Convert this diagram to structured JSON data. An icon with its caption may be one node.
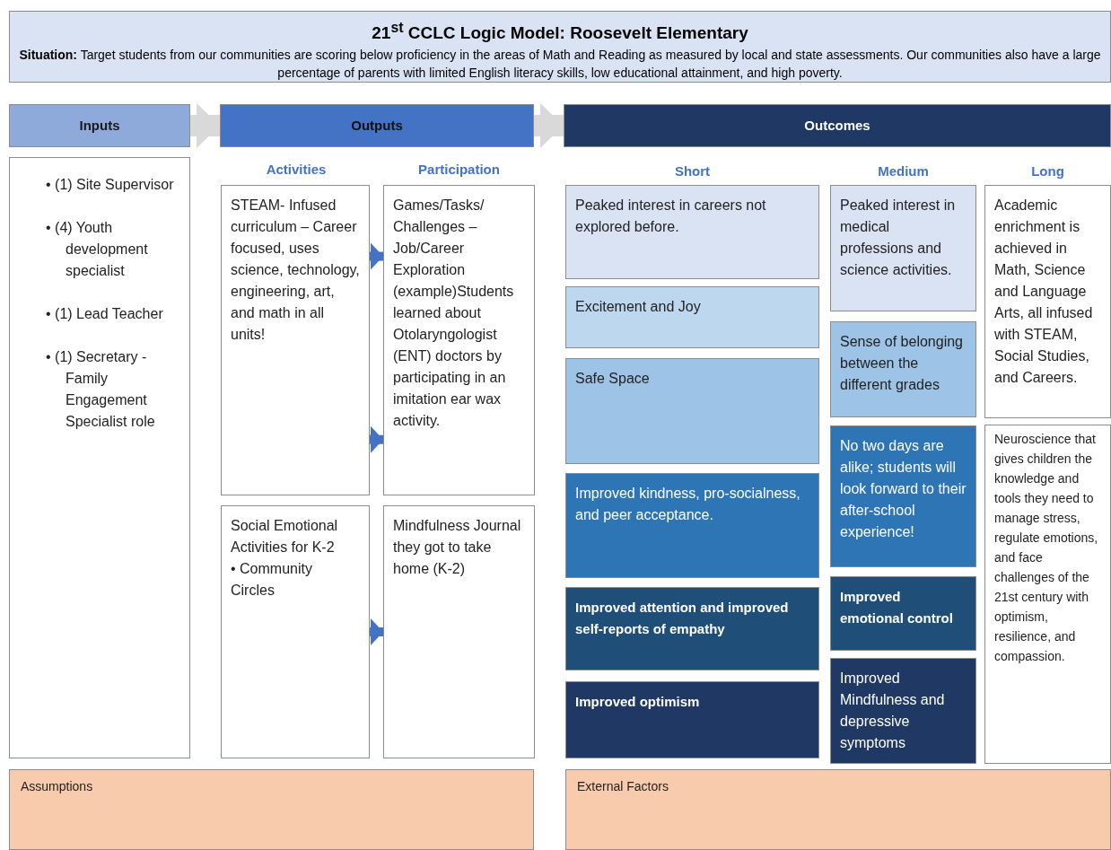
{
  "diagram": {
    "title": "21$^{st}$ CCLC Logic Model: Roosevelt Elementary",
    "caption": "**Situation:** Target students from our communities are scoring below proficiency in the areas of Math and Reading as measured by local and state assessments. Our communities also have a large percentage of parents with limited English literacy skills, low educational attainment, and high poverty.",
    "nodes": [
      {
        "text": [
          "Inputs"
        ]
      },
      {
        "text": [
          "Outputs"
        ]
      },
      {
        "text": [
          "Outcomes"
        ]
      },
      {
        "text": [
          "• (1) Site Supervisor",
          "• (4) Youth development specialist",
          "• (1) Lead Teacher",
          "• (1) Secretary - Family Engagement Specialist role"
        ]
      },
      {
        "text": [
          "STEAM- Infused curriculum – Career focused, uses science, technology, engineering, art, and math in all units!"
        ]
      },
      {
        "text": [
          "Games/Tasks/ Challenges – Job/Career Exploration (example)Students learned about Otolaryngologist (ENT) doctors by participating in an imitation ear wax activity."
        ]
      },
      {
        "text": [
          "Social Emotional Activities for K-2",
          "• Community Circles"
        ]
      },
      {
        "text": [
          "Mindfulness Journal they got to take home (K-2)"
        ]
      },
      {
        "text": [
          "Peaked interest in careers not explored before."
        ]
      },
      {
        "text": [
          "Excitement and Joy"
        ]
      },
      {
        "text": [
          "Safe Space"
        ]
      },
      {
        "text": [
          "Improved kindness, pro-socialness, and peer acceptance."
        ]
      },
      {
        "text": [
          "Improved attention and improved self-reports of empathy"
        ]
      },
      {
        "text": [
          "Improved optimism"
        ]
      },
      {
        "text": [
          "Peaked interest in medical professions and science activities."
        ]
      },
      {
        "text": [
          "Sense of belonging between the different grades"
        ]
      },
      {
        "text": [
          "No two days are alike; students will look forward to their after-school experience!"
        ]
      },
      {
        "text": [
          "Improved emotional control"
        ]
      },
      {
        "text": [
          "Improved Mindfulness and depressive symptoms"
        ]
      },
      {
        "text": [
          "Academic enrichment is achieved in Math, Science and Language Arts, all infused with STEAM, Social Studies, and Careers."
        ]
      },
      {
        "text": [
          "Neuroscience that gives children the knowledge and tools they need to manage stress, regulate emotions, and face challenges of the 21st century with optimism, resilience, and compassion."
        ]
      },
      {
        "text": [
          "Assumptions"
        ]
      },
      {
        "text": [
          "External Factors"
        ]
      }
    ],
    "edges": [
      {
        "from": 0,
        "to": 1,
        "arrow": "to",
        "style": "thick",
        "color": "#d9d9d9"
      },
      {
        "from": 1,
        "to": 2,
        "arrow": "to",
        "style": "thick",
        "color": "#d9d9d9"
      },
      {
        "from": 4,
        "to": 5,
        "arrow": "to"
      },
      {
        "from": 4,
        "to": 5,
        "arrow": "to"
      },
      {
        "from": 6,
        "to": 7,
        "arrow": "to"
      }
    ],
    "labels": [
      "Activities",
      "Participation",
      "Short",
      "Medium",
      "Long"
    ]
  }
}
